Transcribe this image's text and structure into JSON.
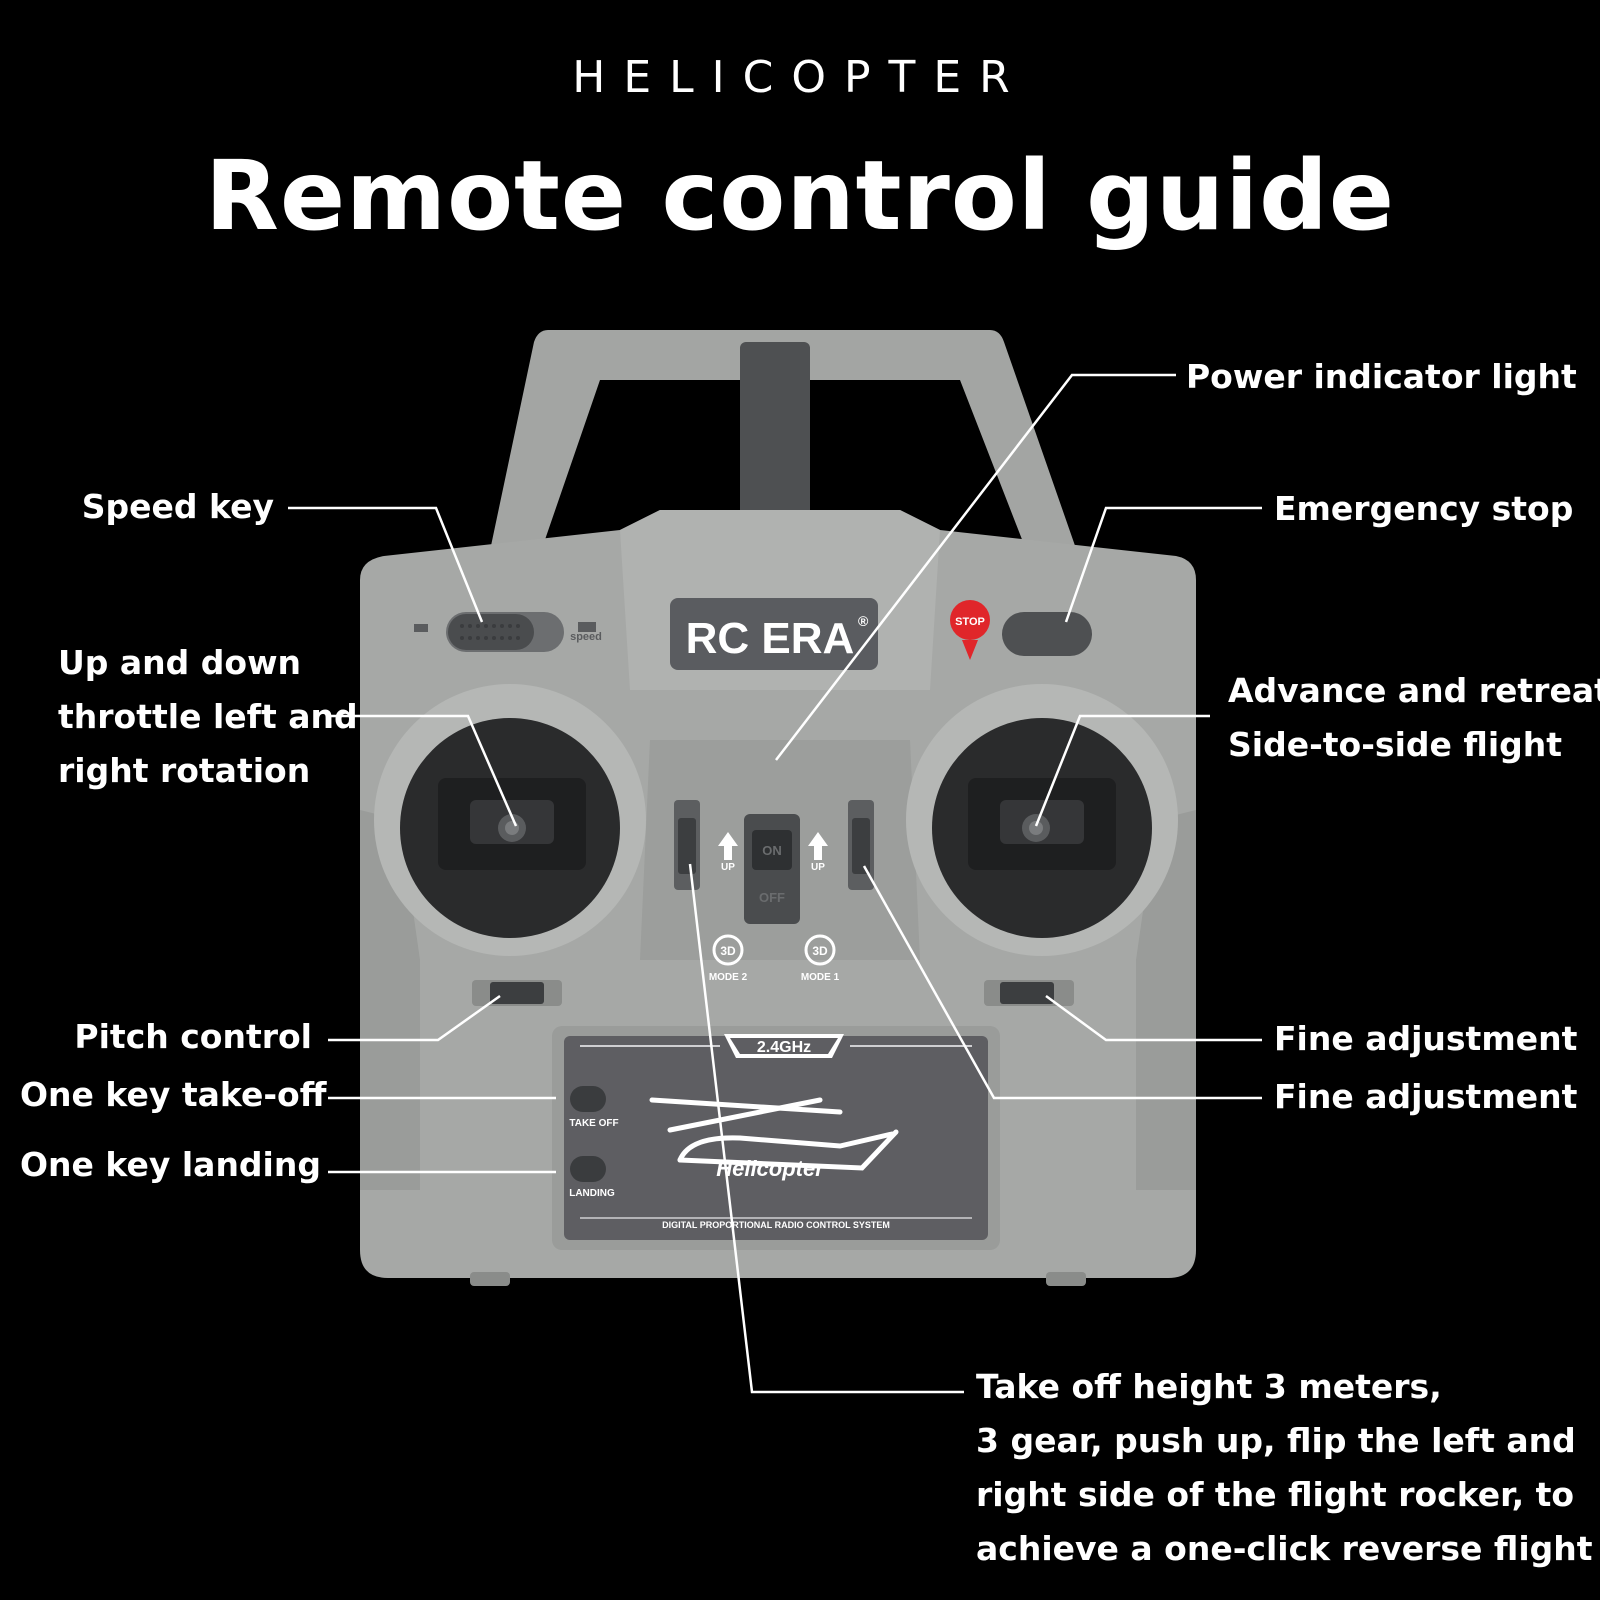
{
  "header": {
    "kicker": "HELICOPTER",
    "title": "Remote control guide"
  },
  "labels": {
    "speed_key": "Speed key",
    "throttle": [
      "Up and down",
      "throttle left and",
      "right  rotation"
    ],
    "pitch_control": "Pitch control",
    "take_off": "One key take-off",
    "landing": "One key landing",
    "power_light": "Power indicator light",
    "emergency_stop": "Emergency stop",
    "advance": [
      "Advance and retreat",
      "Side-to-side flight"
    ],
    "fine_adjust_1": "Fine adjustment",
    "fine_adjust_2": "Fine adjustment",
    "flip_note": [
      "Take off height 3 meters,",
      "3 gear, push up, flip the left and",
      "right side of the flight rocker, to",
      "achieve a one-click reverse flight"
    ]
  },
  "device": {
    "brand": "RC ERA",
    "registered": "®",
    "stop_badge": "STOP",
    "speed_small": "speed",
    "switch_on": "ON",
    "switch_off": "OFF",
    "up_left": "UP",
    "up_right": "UP",
    "mode_icon": "3D",
    "mode_2": "MODE 2",
    "mode_1": "MODE 1",
    "freq": "2.4GHz",
    "take_off_btn": "TAKE OFF",
    "landing_btn": "LANDING",
    "panel_name": "Helicopter",
    "system_text": "DIGITAL PROPORTIONAL RADIO CONTROL SYSTEM"
  },
  "colors": {
    "background": "#000000",
    "body": "#a6a8a6",
    "body_dark": "#8f918f",
    "panel": "#5e5e62",
    "stop_red": "#e0262a"
  }
}
